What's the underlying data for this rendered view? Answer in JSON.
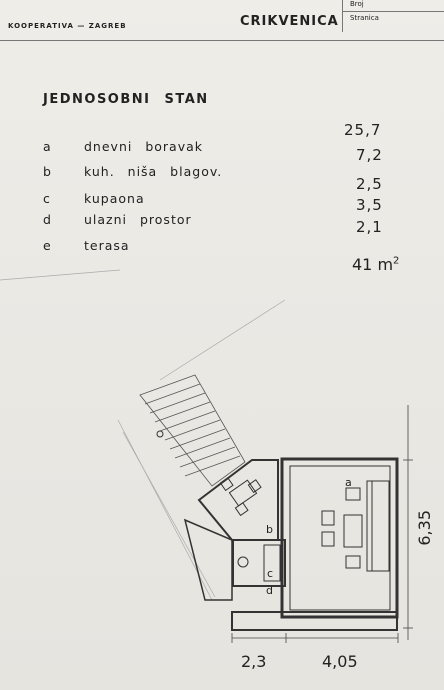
{
  "header": {
    "publisher": "KOOPERATIVA — ZAGREB",
    "city": "CRIKVENICA",
    "number_label": "Broj",
    "page_label": "Stranica"
  },
  "apartment": {
    "title": "JEDNOSOBNI STAN",
    "rooms": [
      {
        "letter": "a",
        "name": "dnevni boravak",
        "area": "25,7"
      },
      {
        "letter": "b",
        "name": "kuh. niša blagov.",
        "area": "7,2"
      },
      {
        "letter": "c",
        "name": "kupaona",
        "area": "2,5"
      },
      {
        "letter": "d",
        "name": "ulazni prostor",
        "area": "3,5"
      },
      {
        "letter": "e",
        "name": "terasa",
        "area": "2,1"
      }
    ],
    "total_value": "41",
    "total_unit": "m",
    "total_exponent": "2"
  },
  "plan": {
    "labels": [
      "a",
      "b",
      "c",
      "d"
    ],
    "dimensions": {
      "height": "6,35",
      "left": "2,3",
      "right": "4,05"
    }
  }
}
